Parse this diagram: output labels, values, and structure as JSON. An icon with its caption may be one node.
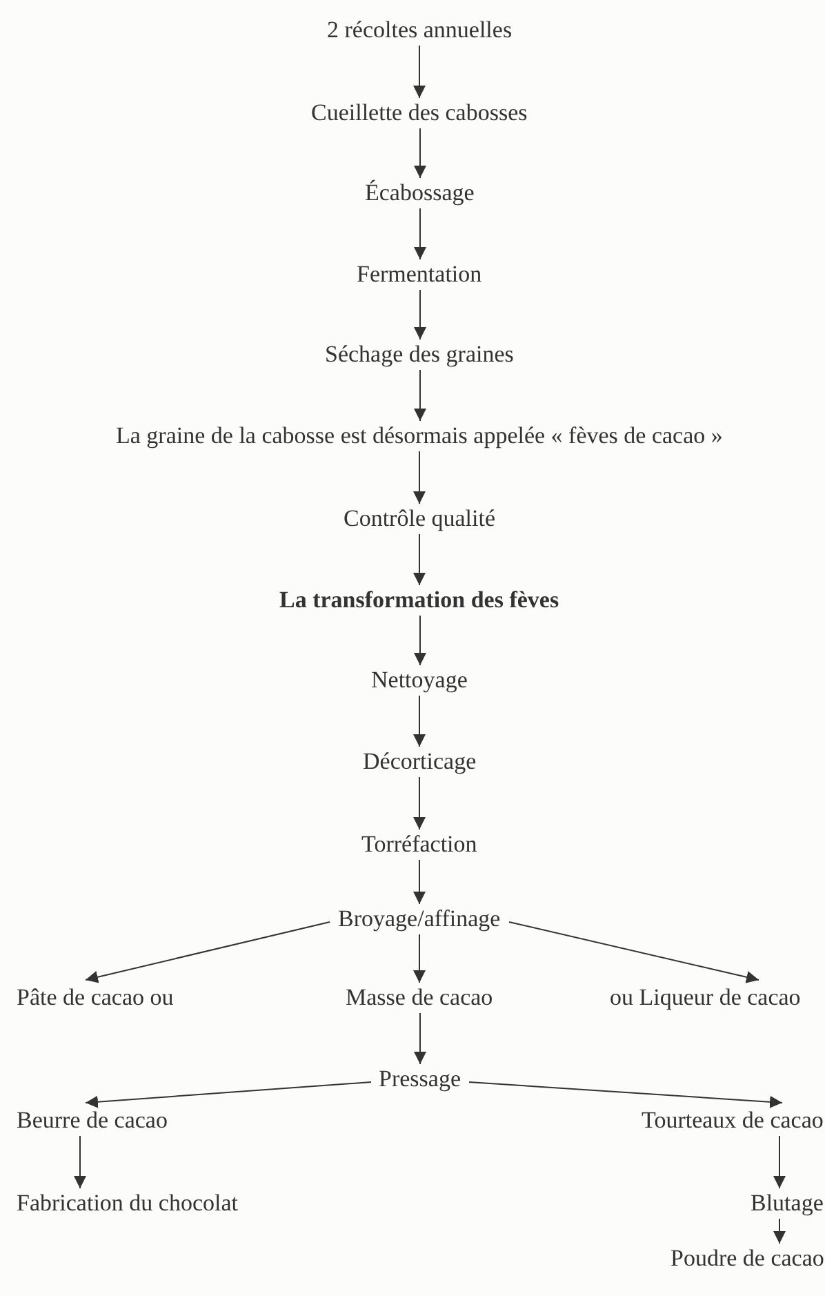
{
  "diagram": {
    "nodes": [
      {
        "text": [
          "2 récoltes annuelles"
        ]
      },
      {
        "text": [
          "Cueillette des cabosses"
        ]
      },
      {
        "text": [
          "Écabossage"
        ]
      },
      {
        "text": [
          "Fermentation"
        ]
      },
      {
        "text": [
          "Séchage des graines"
        ]
      },
      {
        "text": [
          "La graine de la cabosse est désormais appelée « fèves de cacao »"
        ]
      },
      {
        "text": [
          "Contrôle qualité"
        ]
      },
      {
        "text": [
          "La transformation des fèves"
        ]
      },
      {
        "text": [
          "Nettoyage"
        ]
      },
      {
        "text": [
          "Décorticage"
        ]
      },
      {
        "text": [
          "Torréfaction"
        ]
      },
      {
        "text": [
          "Broyage/affinage"
        ]
      },
      {
        "text": [
          "Pâte de cacao ou"
        ]
      },
      {
        "text": [
          "Masse de cacao"
        ]
      },
      {
        "text": [
          "ou Liqueur de cacao"
        ]
      },
      {
        "text": [
          "Pressage"
        ]
      },
      {
        "text": [
          "Beurre de cacao"
        ]
      },
      {
        "text": [
          "Tourteaux de cacao"
        ]
      },
      {
        "text": [
          "Fabrication du chocolat"
        ]
      },
      {
        "text": [
          "Blutage"
        ]
      },
      {
        "text": [
          "Poudre de cacao"
        ]
      }
    ],
    "edges": [
      {
        "from": 0,
        "to": 1,
        "arrow": "to"
      },
      {
        "from": 1,
        "to": 2,
        "arrow": "to"
      },
      {
        "from": 2,
        "to": 3,
        "arrow": "to"
      },
      {
        "from": 3,
        "to": 4,
        "arrow": "to"
      },
      {
        "from": 4,
        "to": 5,
        "arrow": "to"
      },
      {
        "from": 5,
        "to": 6,
        "arrow": "to"
      },
      {
        "from": 6,
        "to": 7,
        "arrow": "to"
      },
      {
        "from": 7,
        "to": 8,
        "arrow": "to"
      },
      {
        "from": 8,
        "to": 9,
        "arrow": "to"
      },
      {
        "from": 9,
        "to": 10,
        "arrow": "to"
      },
      {
        "from": 10,
        "to": 11,
        "arrow": "to"
      },
      {
        "from": 11,
        "to": 12,
        "arrow": "to"
      },
      {
        "from": 11,
        "to": 13,
        "arrow": "to"
      },
      {
        "from": 11,
        "to": 14,
        "arrow": "to"
      },
      {
        "from": 13,
        "to": 15,
        "arrow": "to"
      },
      {
        "from": 15,
        "to": 16,
        "arrow": "to"
      },
      {
        "from": 15,
        "to": 17,
        "arrow": "to"
      },
      {
        "from": 16,
        "to": 18,
        "arrow": "to"
      },
      {
        "from": 17,
        "to": 19,
        "arrow": "to"
      },
      {
        "from": 19,
        "to": 20,
        "arrow": "to"
      }
    ]
  }
}
